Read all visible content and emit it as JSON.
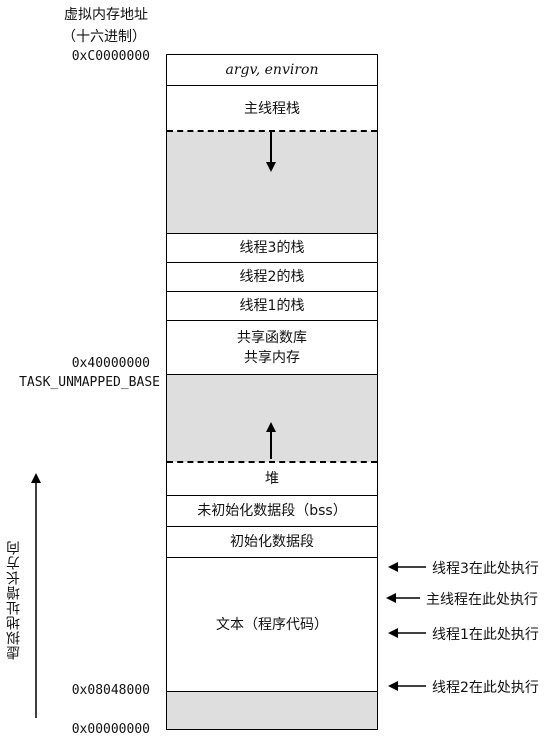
{
  "title": {
    "line1": "虚拟内存地址",
    "line2": "（十六进制）"
  },
  "addresses": {
    "top": "0xC0000000",
    "mid": "0x40000000",
    "mid_const": "TASK_UNMAPPED_BASE",
    "text_start": "0x08048000",
    "zero": "0x00000000"
  },
  "segments": {
    "argv": "argv, environ",
    "main_stack": "主线程栈",
    "stack3": "线程3的栈",
    "stack2": "线程2的栈",
    "stack1": "线程1的栈",
    "shared_libs": "共享函数库",
    "shared_mem": "共享内存",
    "heap": "堆",
    "bss": "未初始化数据段（bss）",
    "data": "初始化数据段",
    "text": "文本（程序代码）"
  },
  "growth_label": "虚拟地址增长方向",
  "exec_points": [
    "线程3在此处执行",
    "主线程在此处执行",
    "线程1在此处执行",
    "线程2在此处执行"
  ]
}
